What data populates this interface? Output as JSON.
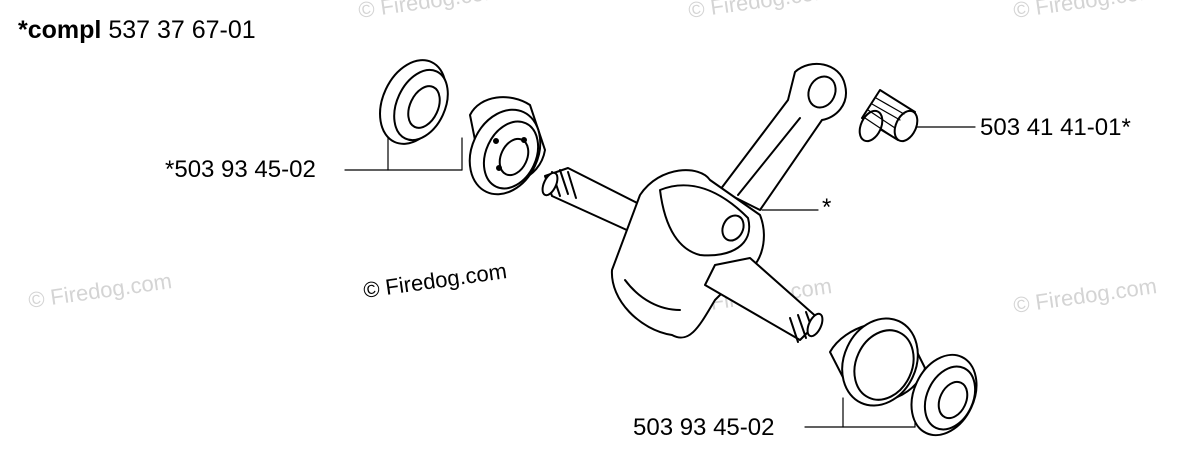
{
  "assembly": {
    "prefix": "*compl",
    "part_number": "537 37 67-01"
  },
  "callouts": {
    "bearing_upper": "*503 93 45-02",
    "needle_bearing": "503 41 41-01*",
    "crankshaft_marker": "*",
    "bearing_lower": "503 93 45-02"
  },
  "watermark": {
    "text": "© Firedog.com"
  },
  "colors": {
    "line": "#000000",
    "watermark": "#d4d4d4",
    "background": "#ffffff"
  }
}
